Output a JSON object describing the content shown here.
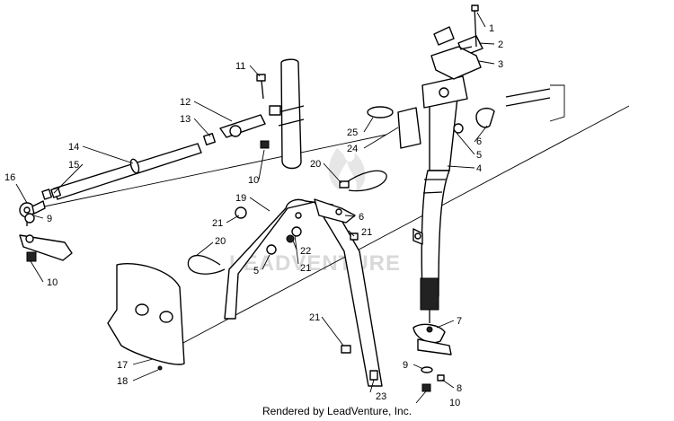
{
  "diagram": {
    "callouts": [
      "1",
      "2",
      "3",
      "4",
      "5",
      "6",
      "7",
      "8",
      "9",
      "10",
      "11",
      "12",
      "13",
      "14",
      "15",
      "16",
      "17",
      "18",
      "19",
      "20",
      "21",
      "22",
      "23",
      "24",
      "25"
    ],
    "watermark": "LEADVENTURE"
  },
  "footer": {
    "credit": "Rendered by LeadVenture, Inc."
  }
}
